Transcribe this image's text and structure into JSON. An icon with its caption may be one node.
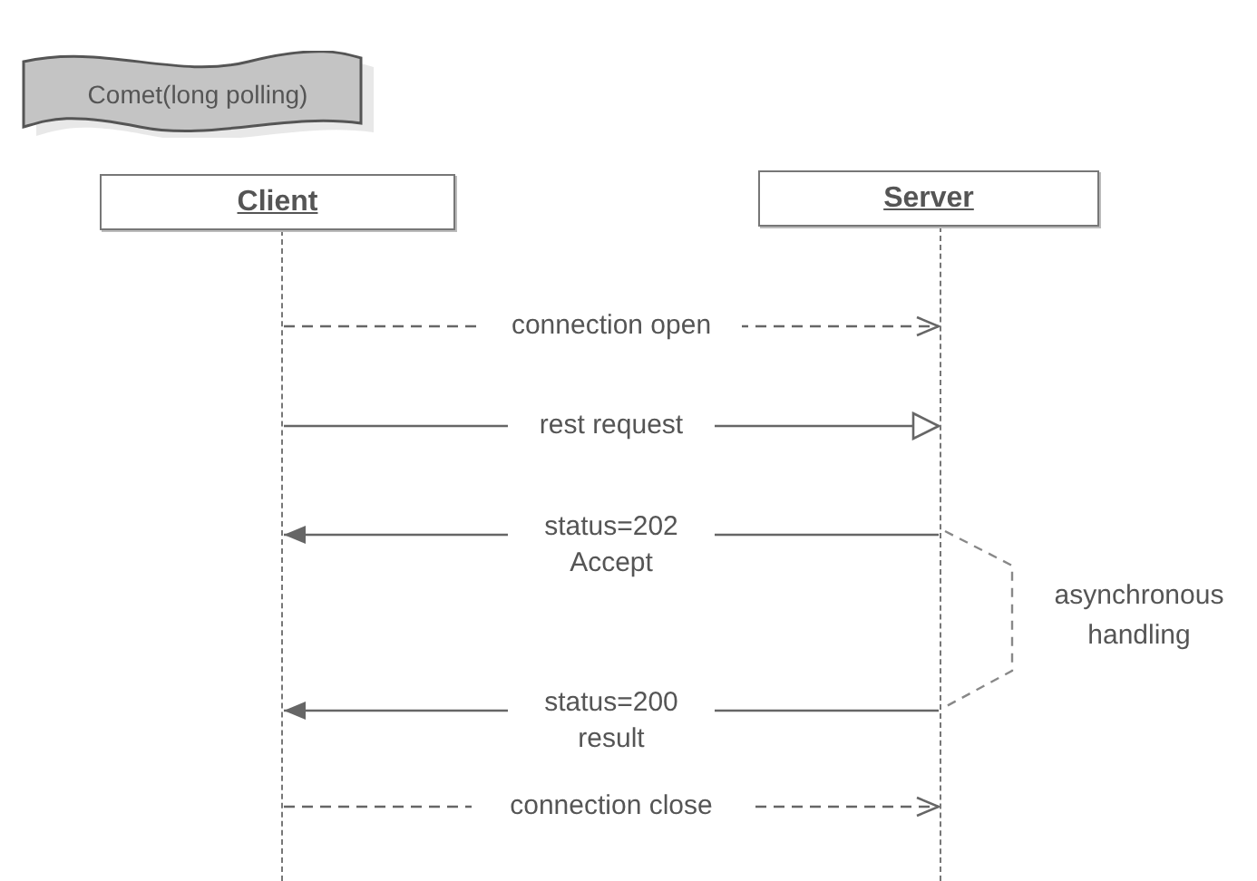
{
  "diagram": {
    "nodes": [
      {
        "text": [
          "Comet(long polling)"
        ]
      },
      {
        "text": [
          "Client"
        ]
      },
      {
        "text": [
          "Server"
        ]
      },
      {
        "text": [],
        "shape": "bar"
      },
      {
        "text": [],
        "shape": "bar"
      }
    ],
    "edges": [
      {
        "from": 3,
        "to": 4,
        "arrow": "to",
        "label": "connection open",
        "style": "dashed"
      },
      {
        "from": 3,
        "to": 4,
        "arrow": "to",
        "label": "rest request"
      },
      {
        "from": 4,
        "to": 3,
        "arrow": "to",
        "label": "status=202 Accept"
      },
      {
        "from": 4,
        "to": 3,
        "arrow": "to",
        "label": "status=200 result"
      },
      {
        "from": 3,
        "to": 4,
        "arrow": "to",
        "label": "connection close",
        "style": "dashed"
      }
    ],
    "labels": [
      "asynchronous handling"
    ]
  }
}
